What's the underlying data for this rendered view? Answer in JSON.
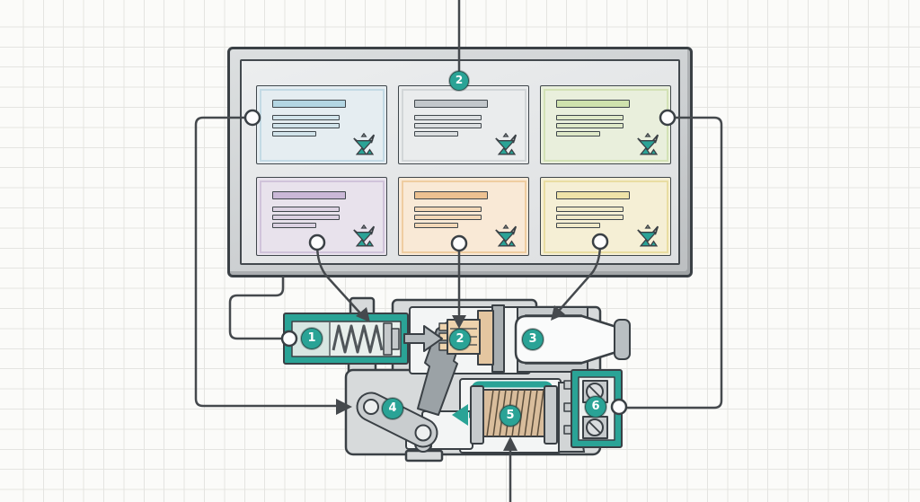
{
  "panel": {
    "cards": [
      {
        "name": "blue-card",
        "bg": "#e5edf1",
        "accent": "#b3d6e3",
        "line_fill": "#d2e4eb",
        "inner_border": "#c3dae5"
      },
      {
        "name": "gray-card",
        "bg": "#eaeced",
        "accent": "#c2c7cb",
        "line_fill": "#dcdfe1",
        "inner_border": "#d2d6d8"
      },
      {
        "name": "green-card",
        "bg": "#e9efdc",
        "accent": "#cfe2ad",
        "line_fill": "#dfe9c8",
        "inner_border": "#d3e2b6"
      },
      {
        "name": "purple-card",
        "bg": "#e8e2ec",
        "accent": "#cab8d7",
        "line_fill": "#dcd2e2",
        "inner_border": "#d0c3da"
      },
      {
        "name": "orange-card",
        "bg": "#f9e9d6",
        "accent": "#edc191",
        "line_fill": "#f3d8b8",
        "inner_border": "#efcda1"
      },
      {
        "name": "yellow-card",
        "bg": "#f5efd5",
        "accent": "#efe3a8",
        "line_fill": "#f0e9c9",
        "inner_border": "#e9dda2"
      }
    ]
  },
  "markers": {
    "panel_top": {
      "label": "2"
    },
    "mechanism": [
      {
        "label": "1"
      },
      {
        "label": "2"
      },
      {
        "label": "3"
      },
      {
        "label": "4"
      },
      {
        "label": "5"
      },
      {
        "label": "6"
      }
    ]
  },
  "icons": {
    "card_logo": "origami-bird-icon"
  },
  "colors": {
    "teal_accent": "#2aa396",
    "dark_outline": "#3a4045",
    "connector_line": "#45494d",
    "body_gray": "#d7dadb",
    "coil_tan": "#d9bd9c",
    "panel_gray": "#ced1d3"
  }
}
